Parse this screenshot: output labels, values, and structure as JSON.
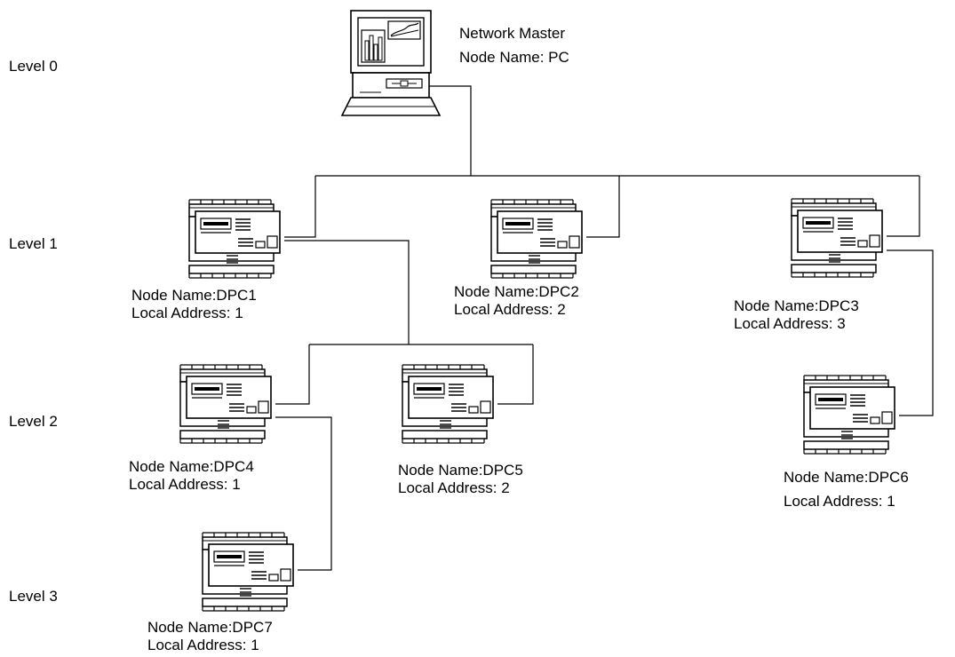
{
  "levels": [
    "Level 0",
    "Level 1",
    "Level 2",
    "Level 3"
  ],
  "master": {
    "title": "Network Master",
    "node_name": "Node Name: PC"
  },
  "nodes": [
    {
      "id": "dpc1",
      "name": "Node Name:DPC1",
      "address": "Local Address: 1",
      "level": 1
    },
    {
      "id": "dpc2",
      "name": "Node Name:DPC2",
      "address": "Local Address: 2",
      "level": 1
    },
    {
      "id": "dpc3",
      "name": "Node Name:DPC3",
      "address": "Local Address: 3",
      "level": 1
    },
    {
      "id": "dpc4",
      "name": "Node Name:DPC4",
      "address": "Local Address: 1",
      "level": 2
    },
    {
      "id": "dpc5",
      "name": "Node Name:DPC5",
      "address": "Local Address: 2",
      "level": 2
    },
    {
      "id": "dpc6",
      "name": "Node Name:DPC6",
      "address": "Local Address: 1",
      "level": 2
    },
    {
      "id": "dpc7",
      "name": "Node Name:DPC7",
      "address": "Local Address: 1",
      "level": 3
    }
  ],
  "connections": [
    {
      "from": "pc",
      "to": "dpc1"
    },
    {
      "from": "pc",
      "to": "dpc2"
    },
    {
      "from": "pc",
      "to": "dpc3"
    },
    {
      "from": "dpc1",
      "to": "dpc4"
    },
    {
      "from": "dpc1",
      "to": "dpc5"
    },
    {
      "from": "dpc3",
      "to": "dpc6"
    },
    {
      "from": "dpc4",
      "to": "dpc7"
    }
  ],
  "icons": {
    "master": "computer-icon",
    "controller": "dpc-controller-icon"
  }
}
